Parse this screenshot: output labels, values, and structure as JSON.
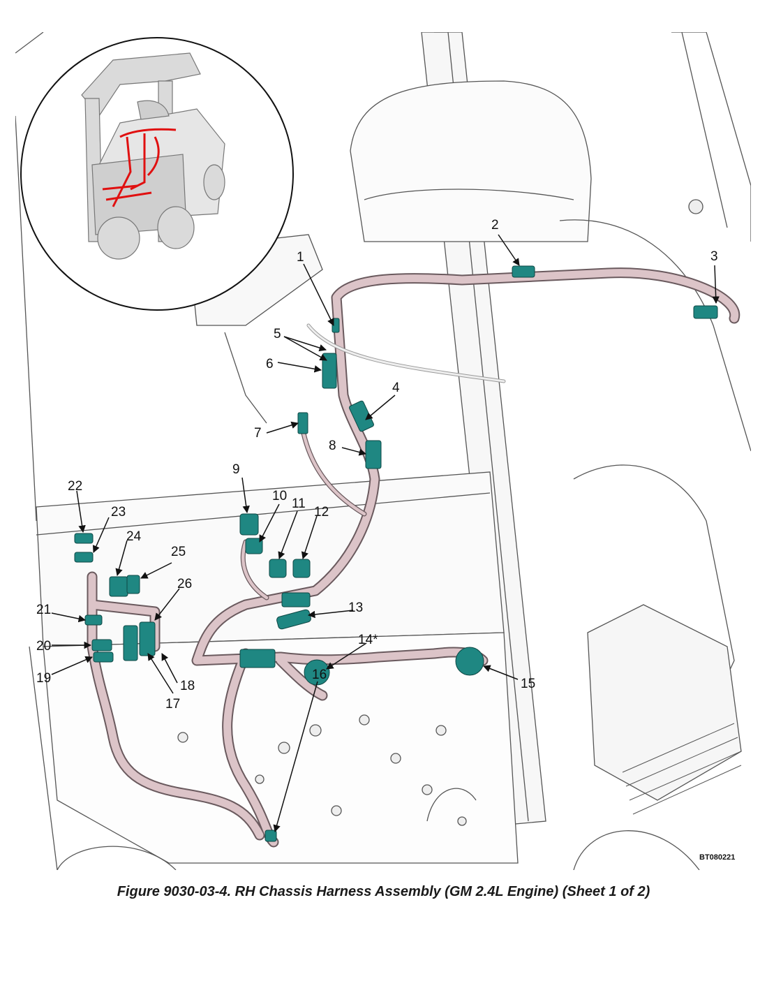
{
  "figure": {
    "caption": "Figure 9030-03-4. RH Chassis Harness Assembly (GM 2.4L Engine) (Sheet 1 of 2)",
    "drawing_code": "BT080221",
    "colors": {
      "harness": "#dcc4c8",
      "harness_edge": "#6a5a5e",
      "connector": "#1f8782",
      "inset_harness": "#e01010",
      "line": "#333333"
    },
    "callouts": [
      {
        "label": "1"
      },
      {
        "label": "2"
      },
      {
        "label": "3"
      },
      {
        "label": "4"
      },
      {
        "label": "5"
      },
      {
        "label": "6"
      },
      {
        "label": "7"
      },
      {
        "label": "8"
      },
      {
        "label": "9"
      },
      {
        "label": "10"
      },
      {
        "label": "11"
      },
      {
        "label": "12"
      },
      {
        "label": "13"
      },
      {
        "label": "14*"
      },
      {
        "label": "15"
      },
      {
        "label": "16"
      },
      {
        "label": "17"
      },
      {
        "label": "18"
      },
      {
        "label": "19"
      },
      {
        "label": "20"
      },
      {
        "label": "21"
      },
      {
        "label": "22"
      },
      {
        "label": "23"
      },
      {
        "label": "24"
      },
      {
        "label": "25"
      },
      {
        "label": "26"
      }
    ]
  }
}
